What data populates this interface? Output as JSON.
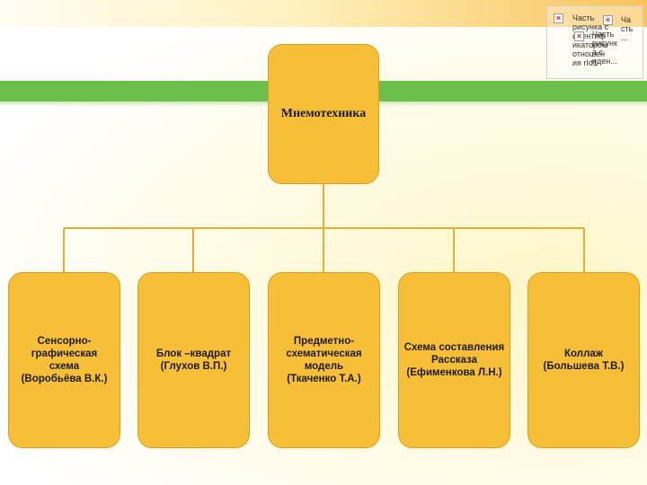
{
  "diagram": {
    "root": "Мнемотехника",
    "children": [
      "Сенсорно-\nграфическая\nсхема\n(Воробьёва  В.К.)",
      "Блок –квадрат\n(Глухов В.П.)",
      "Предметно-\nсхематическая\nмодель\n(Ткаченко Т.А.)",
      "Схема составления\nРассказа\n(Ефименкова  Л.Н.)",
      "Коллаж\n(Большева  Т.В.)"
    ]
  },
  "broken_images": {
    "img1_text": "Часть\nрисунка с\nидентиф\nикатором\nотношен\nия rId1",
    "img2_text": "Часть\nрисунк\nа с\nиден...",
    "img3_text": "Ча\nсть\n..."
  },
  "colors": {
    "node_fill": "#f7bf38",
    "connector": "#e0b12e",
    "band": "#6cbf4a"
  }
}
